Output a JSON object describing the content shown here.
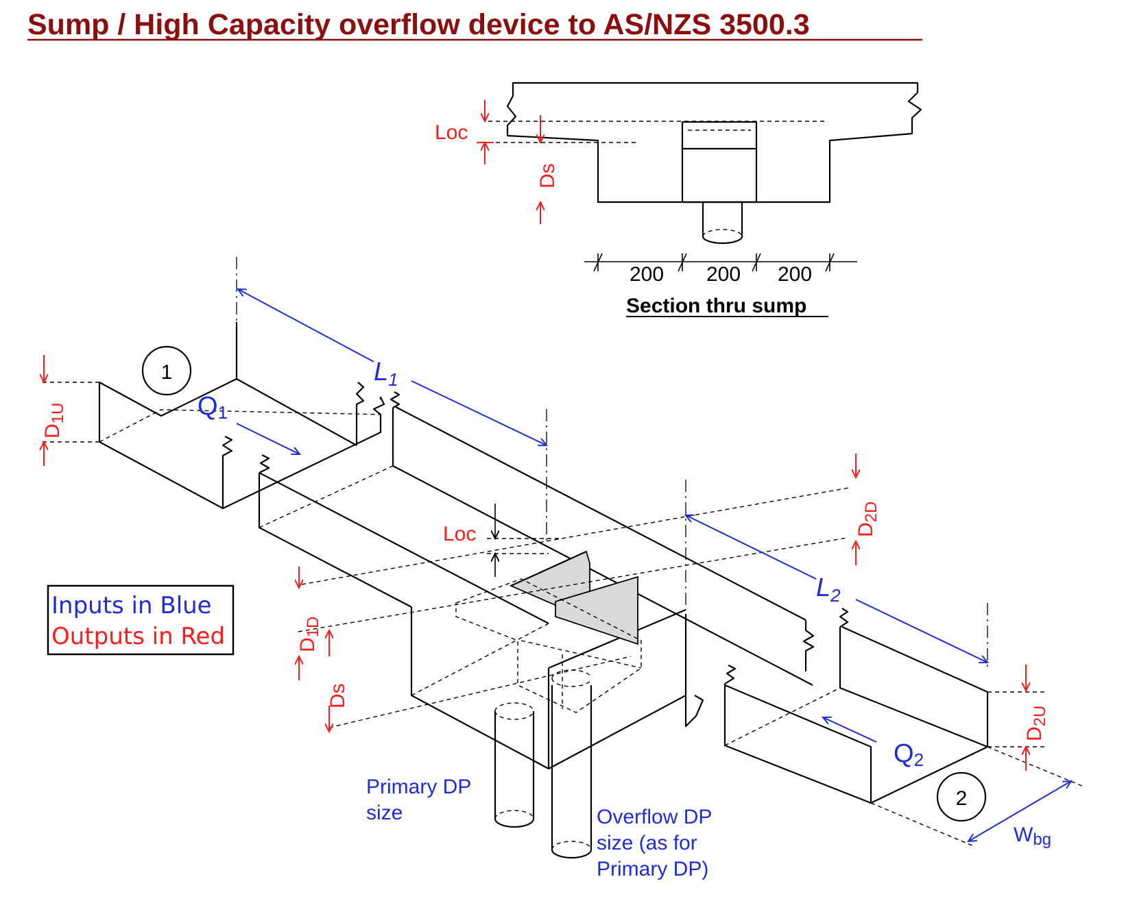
{
  "title": "Sump / High Capacity overflow device to AS/NZS 3500.3",
  "section": {
    "caption": "Section thru sump",
    "dims": [
      "200",
      "200",
      "200"
    ],
    "loc_label": "Loc",
    "ds_label": "Ds"
  },
  "labels": {
    "gutter1": "1",
    "gutter2": "2",
    "q1": "Q",
    "q1_sub": "1",
    "q2": "Q",
    "q2_sub": "2",
    "l1": "L",
    "l1_sub": "1",
    "l2": "L",
    "l2_sub": "2",
    "d1u": "D",
    "d1u_sub": "1U",
    "d1d": "D",
    "d1d_sub": "1D",
    "d2d": "D",
    "d2d_sub": "2D",
    "d2u": "D",
    "d2u_sub": "2U",
    "ds": "Ds",
    "loc": "Loc",
    "wbg": "W",
    "wbg_sub": "bg",
    "primary_dp": [
      "Primary DP",
      "size"
    ],
    "overflow_dp": [
      "Overflow DP",
      "size (as for",
      "Primary DP)"
    ]
  },
  "legend": {
    "inputs": "Inputs in Blue",
    "outputs": "Outputs in Red"
  },
  "colors": {
    "title": "#8b0f0f",
    "inputs": "#1e2bd6",
    "outputs": "#ff1a1a",
    "shade": "#d9d9d9"
  }
}
